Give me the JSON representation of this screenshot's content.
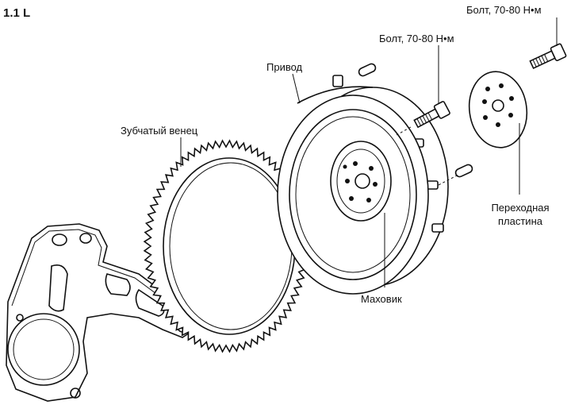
{
  "diagram": {
    "title": "1.1 L",
    "labels": {
      "bolt_top": "Болт, 70-80 Н•м",
      "bolt_mid": "Болт, 70-80 Н•м",
      "drive": "Привод",
      "ring_gear": "Зубчатый венец",
      "adapter_plate": "Переходная пластина",
      "flywheel": "Маховик"
    }
  }
}
